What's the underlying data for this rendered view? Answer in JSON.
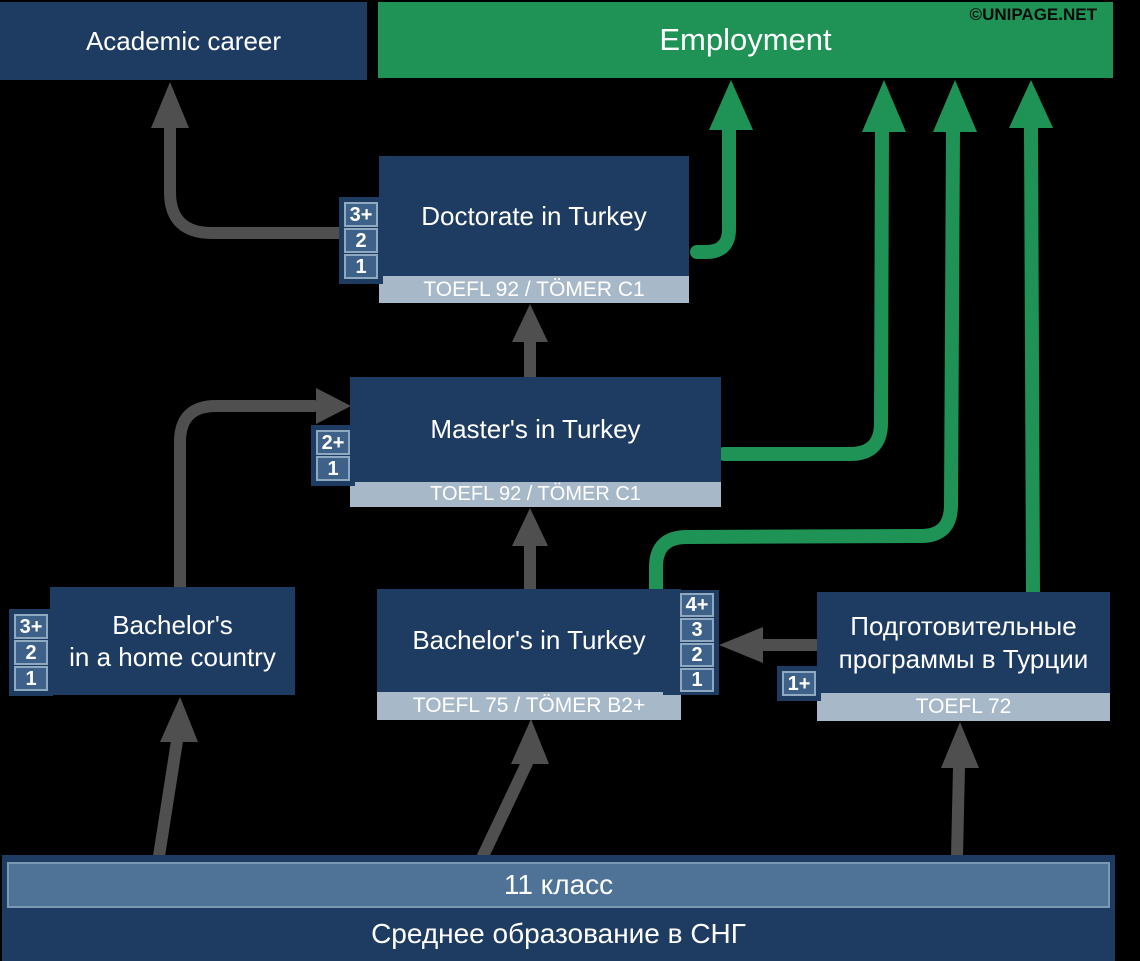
{
  "watermark": "©UNIPAGE.NET",
  "colors": {
    "background": "#000000",
    "navy_box": "#1E3B61",
    "green_box": "#1F9355",
    "green_arrow": "#1F9355",
    "gray_arrow": "#4F4F4F",
    "requirement_bar": "#A7B8C8",
    "grade11_bar": "#4E7397",
    "tag_fill": "#3E6189",
    "tag_border": "#8FA9C0"
  },
  "nodes": {
    "academic_career": {
      "label": "Academic career"
    },
    "employment": {
      "label": "Employment"
    },
    "doctorate": {
      "title": "Doctorate in Turkey",
      "requirement": "TOEFL 92 / TÖMER C1",
      "tags": [
        "3+",
        "2",
        "1"
      ]
    },
    "masters": {
      "title": "Master's in Turkey",
      "requirement": "TOEFL 92 / TÖMER C1",
      "tags": [
        "2+",
        "1"
      ]
    },
    "bachelor_home": {
      "title_line1": "Bachelor's",
      "title_line2": "in a home country",
      "tags": [
        "3+",
        "2",
        "1"
      ]
    },
    "bachelor_turkey": {
      "title": "Bachelor's in Turkey",
      "requirement": "TOEFL 75 / TÖMER B2+",
      "tags": [
        "4+",
        "3",
        "2",
        "1"
      ]
    },
    "prep": {
      "title_line1": "Подготовительные",
      "title_line2": "программы в Турции",
      "requirement": "TOEFL 72",
      "tags": [
        "1+"
      ]
    },
    "grade11": {
      "label": "11 класс"
    },
    "secondary": {
      "label": "Среднее образование в СНГ"
    }
  },
  "edges": [
    {
      "from": "doctorate",
      "to": "academic_career",
      "color": "gray",
      "label": ""
    },
    {
      "from": "bachelor_home",
      "to": "masters",
      "color": "gray",
      "label": ""
    },
    {
      "from": "masters",
      "to": "doctorate",
      "color": "gray",
      "label": ""
    },
    {
      "from": "bachelor_turkey",
      "to": "masters",
      "color": "gray",
      "label": ""
    },
    {
      "from": "prep",
      "to": "bachelor_turkey",
      "color": "gray",
      "label": ""
    },
    {
      "from": "grade11",
      "to": "bachelor_home",
      "color": "gray",
      "label": ""
    },
    {
      "from": "grade11",
      "to": "bachelor_turkey",
      "color": "gray",
      "label": ""
    },
    {
      "from": "grade11",
      "to": "prep",
      "color": "gray",
      "label": ""
    },
    {
      "from": "doctorate",
      "to": "employment",
      "color": "green",
      "label": ""
    },
    {
      "from": "masters",
      "to": "employment",
      "color": "green",
      "label": ""
    },
    {
      "from": "bachelor_turkey",
      "to": "employment",
      "color": "green",
      "label": ""
    },
    {
      "from": "prep",
      "to": "employment",
      "color": "green",
      "label": ""
    }
  ]
}
